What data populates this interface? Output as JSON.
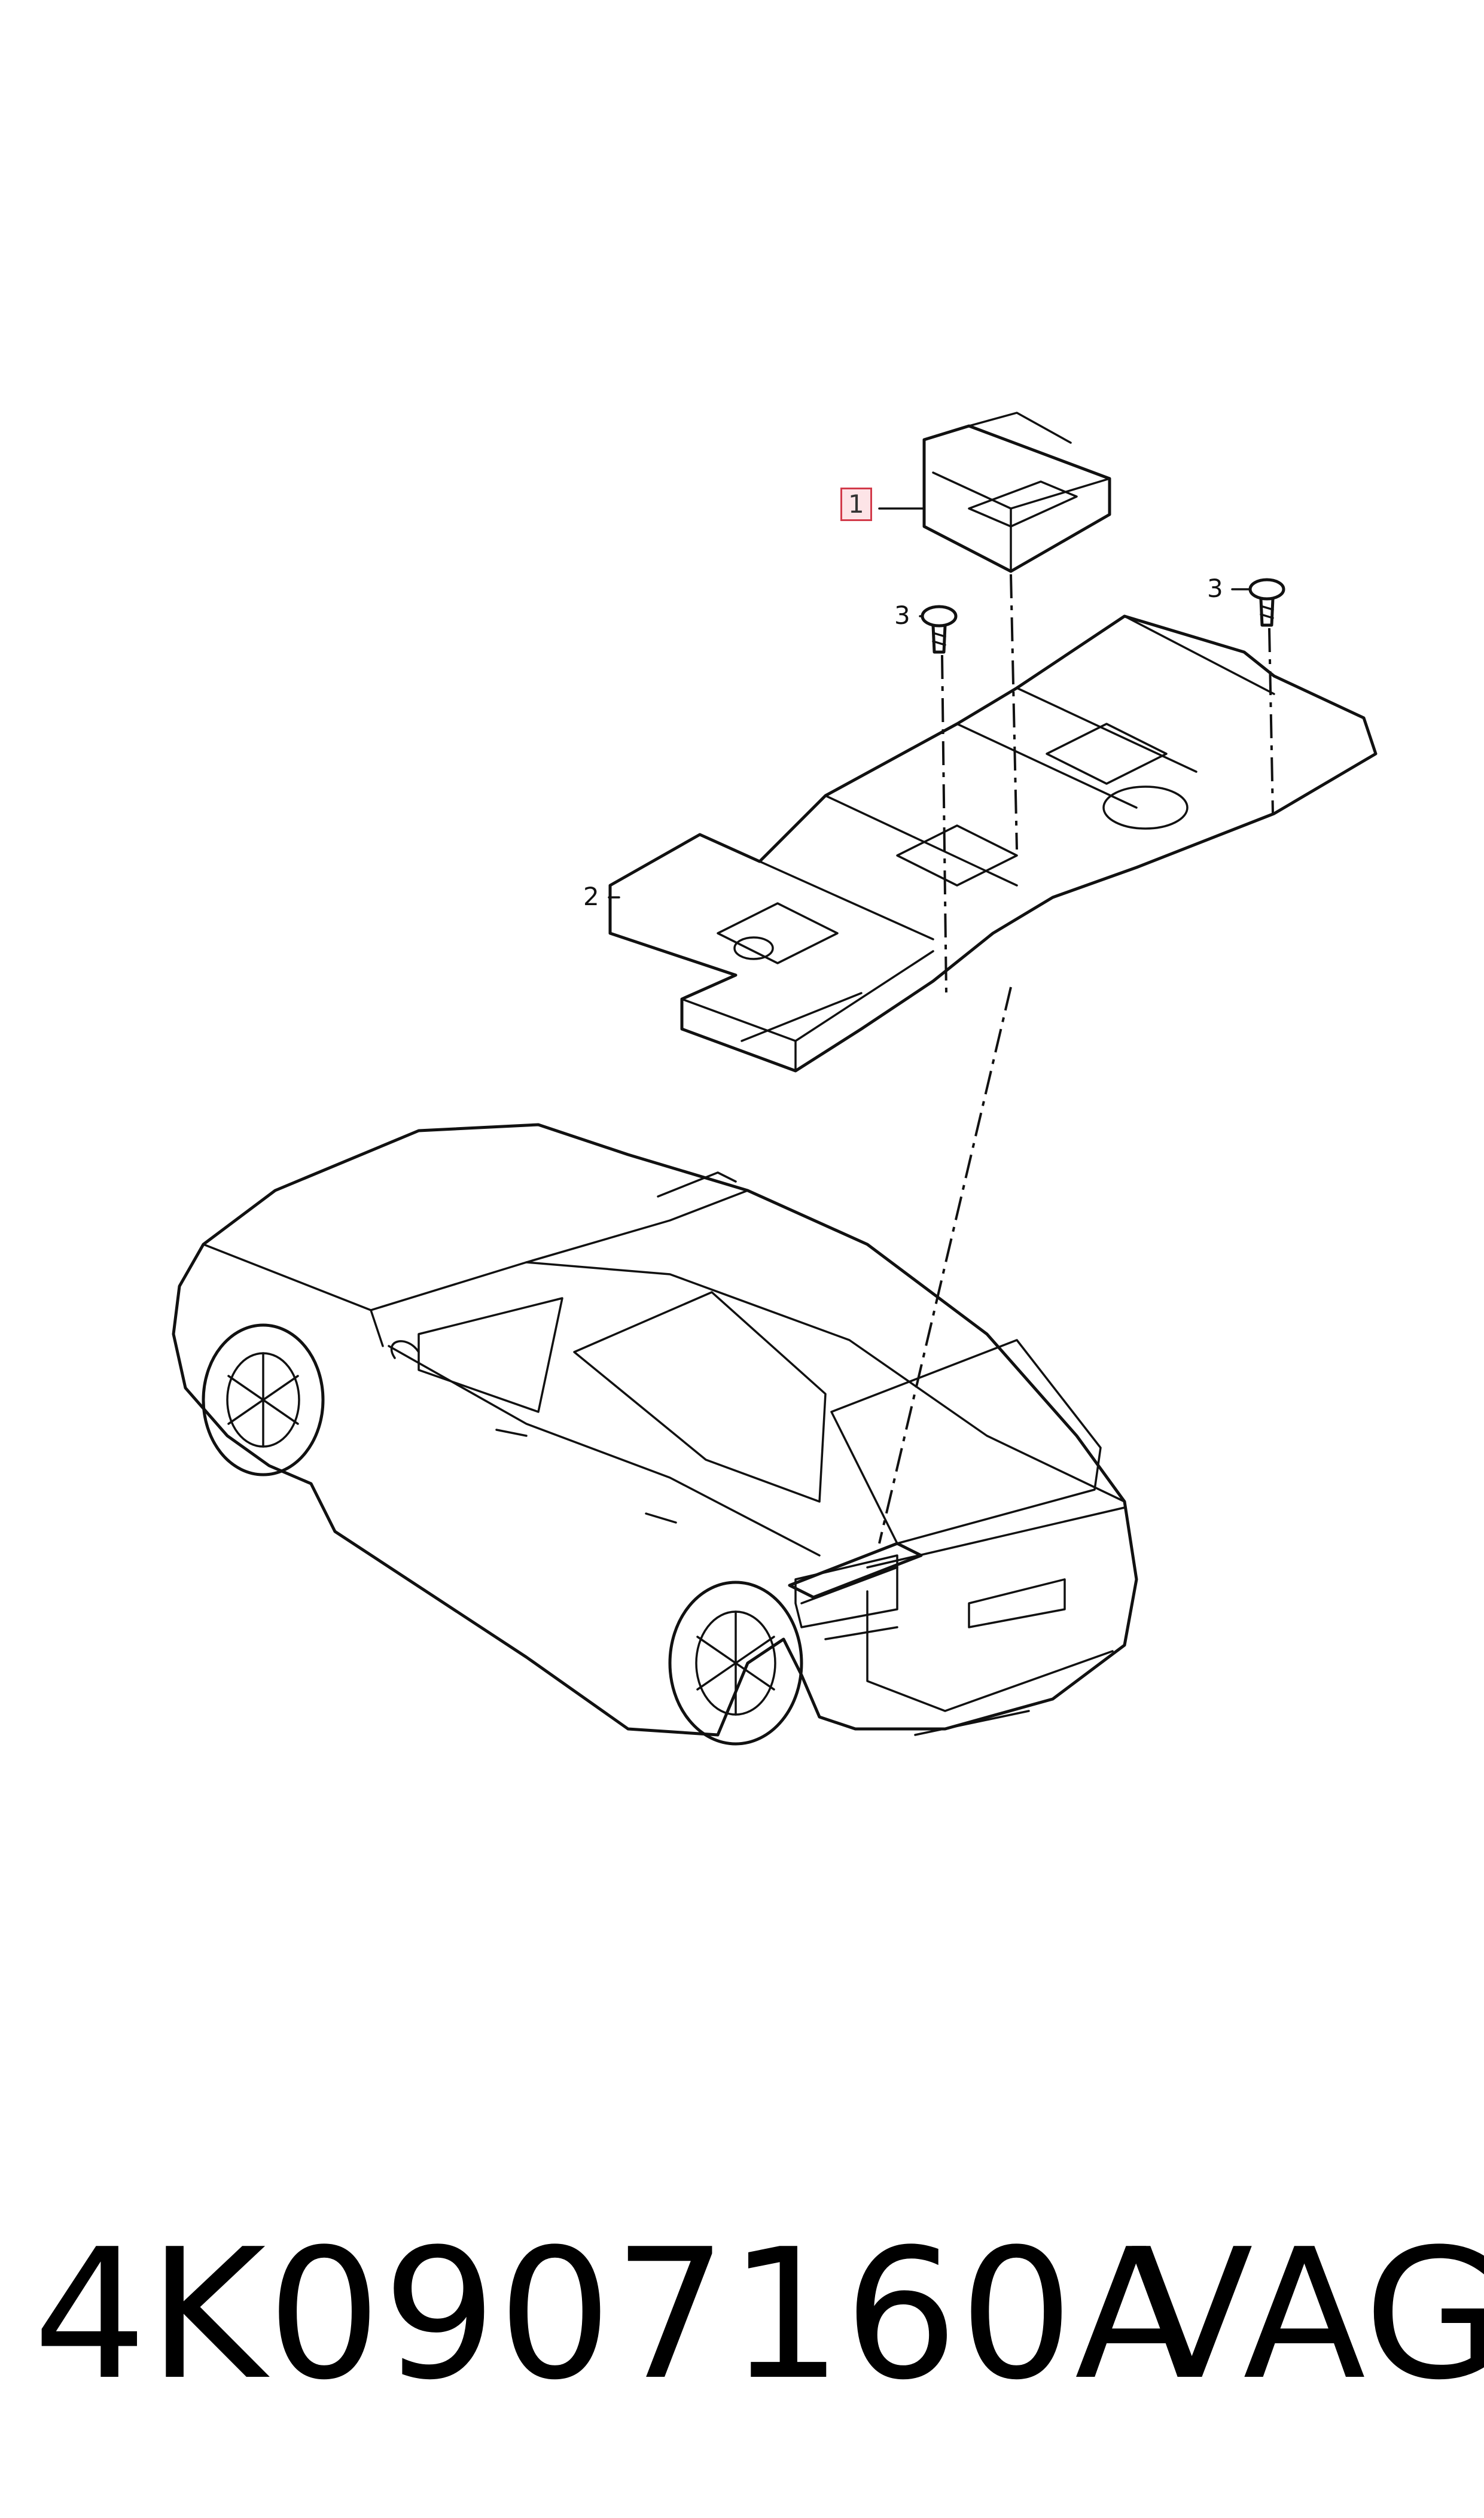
{
  "callouts": {
    "part_1": "1",
    "part_2": "2",
    "part_3a": "3",
    "part_3b": "3"
  },
  "caption": {
    "part_number": "4K0907160A",
    "brand": "VAG"
  },
  "colors": {
    "highlight_border": "#d23a4a",
    "highlight_fill": "#fde4e7",
    "line": "#111111"
  }
}
